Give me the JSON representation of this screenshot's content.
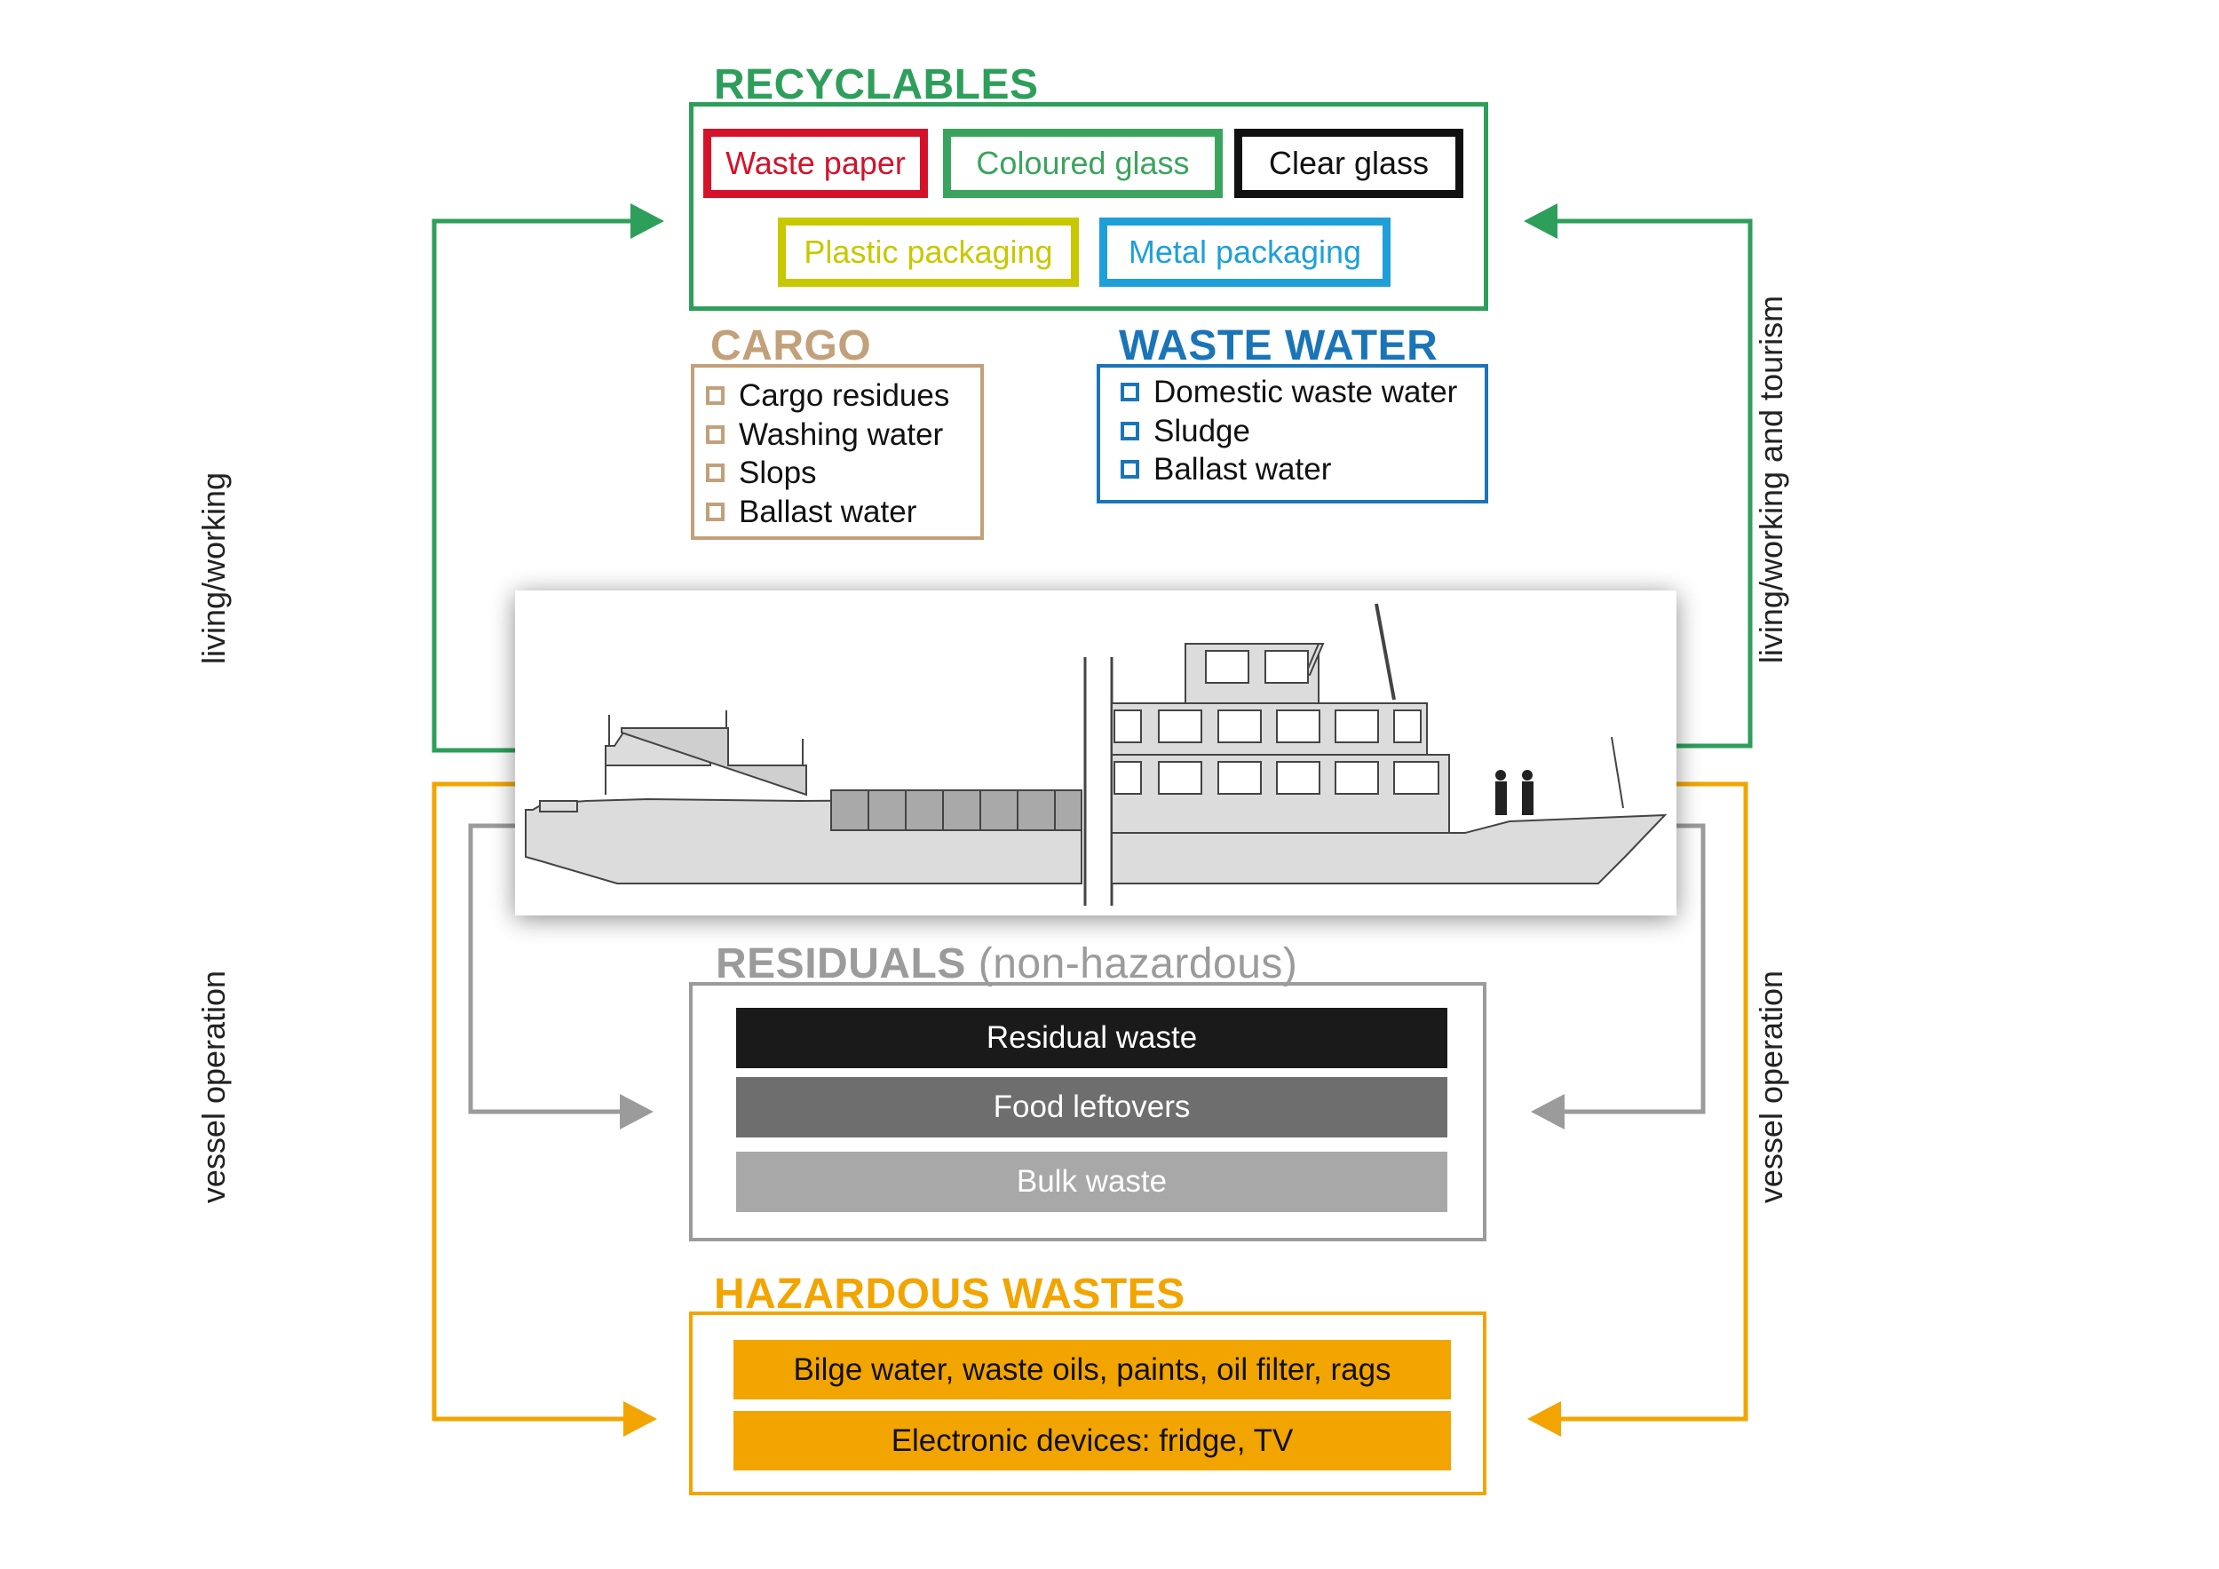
{
  "colors": {
    "recyclables": "#2e9e5b",
    "cargo": "#c2a07a",
    "waste_water": "#1a74b8",
    "residuals": "#9b9b9b",
    "hazardous": "#f2a500",
    "waste_paper": "#d4122a",
    "coloured_glass": "#3aa45e",
    "clear_glass": "#111111",
    "plastic_packaging": "#c8c800",
    "metal_packaging": "#1e9fd8"
  },
  "recyclables": {
    "title": "RECYCLABLES",
    "items": [
      "Waste paper",
      "Coloured glass",
      "Clear glass",
      "Plastic packaging",
      "Metal packaging"
    ]
  },
  "cargo": {
    "title": "CARGO",
    "items": [
      "Cargo residues",
      "Washing water",
      "Slops",
      "Ballast water"
    ]
  },
  "waste_water": {
    "title": "WASTE WATER",
    "items": [
      "Domestic waste water",
      "Sludge",
      "Ballast water"
    ]
  },
  "residuals": {
    "title": "RESIDUALS",
    "subtitle": "(non-hazardous)",
    "items": [
      "Residual waste",
      "Food leftovers",
      "Bulk waste"
    ]
  },
  "hazardous": {
    "title": "HAZARDOUS WASTES",
    "items": [
      "Bilge water,  waste oils, paints, oil filter, rags",
      "Electronic devices: fridge, TV"
    ]
  },
  "side_labels": {
    "left_top": "living/working",
    "right_top": "living/working and tourism",
    "left_bottom": "vessel operation",
    "right_bottom": "vessel operation"
  }
}
